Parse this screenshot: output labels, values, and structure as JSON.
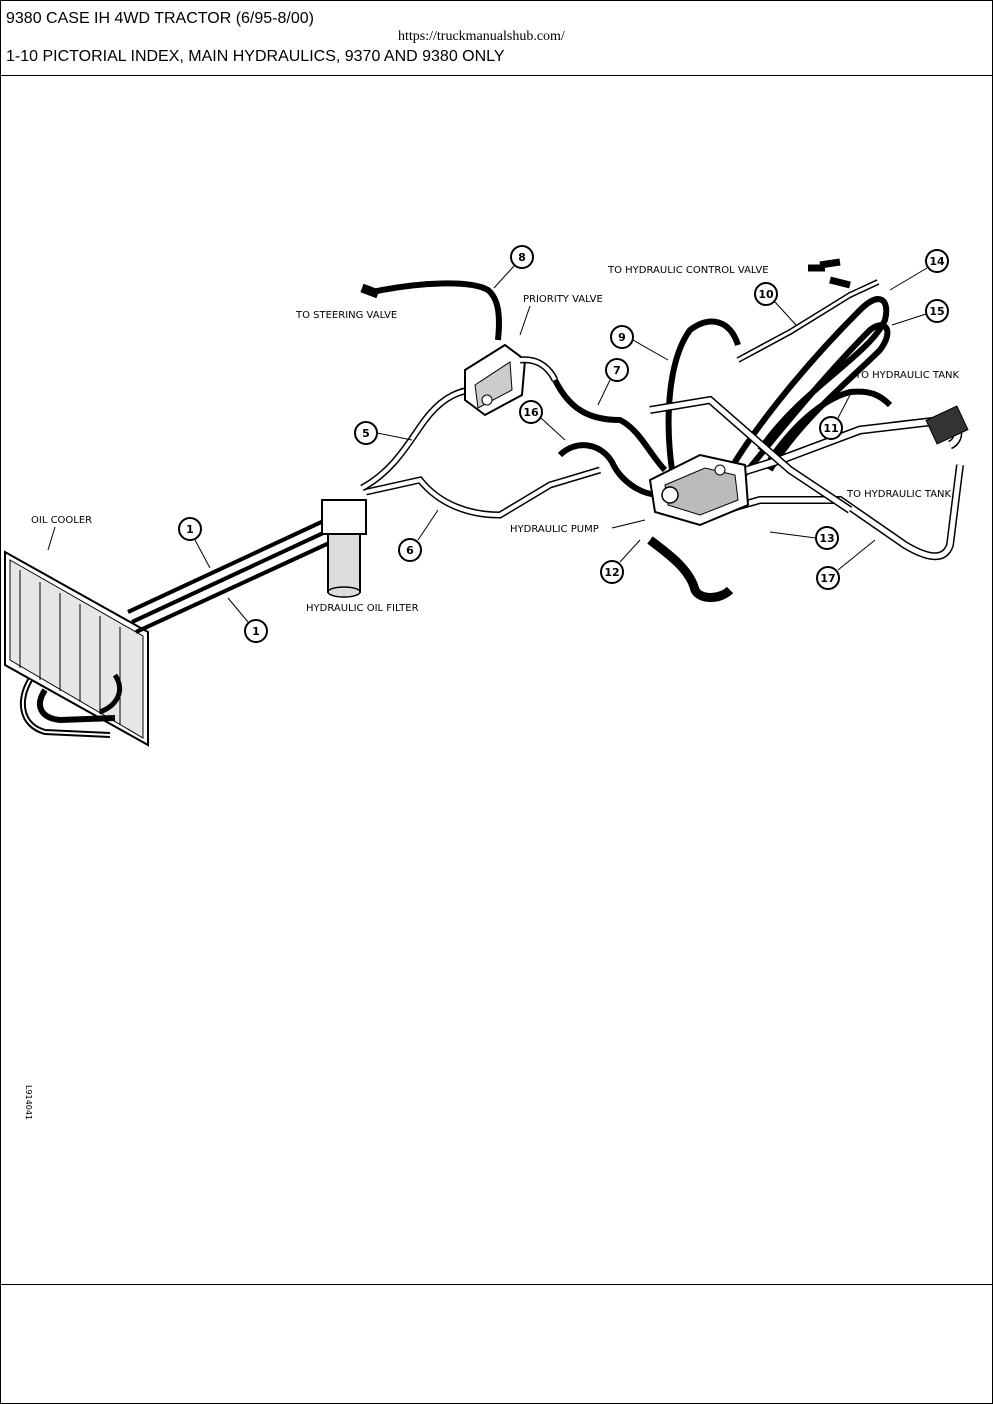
{
  "header": {
    "title": "9380 CASE IH 4WD TRACTOR (6/95-8/00)",
    "url": "https://truckmanualshub.com/",
    "section": "1-10 PICTORIAL INDEX, MAIN HYDRAULICS, 9370 AND 9380 ONLY"
  },
  "diagram": {
    "labels": {
      "oil_cooler": "OIL COOLER",
      "to_steering_valve": "TO STEERING VALVE",
      "priority_valve": "PRIORITY VALVE",
      "to_hydraulic_control_valve": "TO HYDRAULIC CONTROL VALVE",
      "to_hydraulic_tank_upper": "TO HYDRAULIC TANK",
      "to_hydraulic_tank_lower": "TO HYDRAULIC TANK",
      "hydraulic_pump": "HYDRAULIC PUMP",
      "hydraulic_oil_filter": "HYDRAULIC OIL FILTER",
      "figure_code": "L914041"
    },
    "callouts": [
      "1",
      "1",
      "5",
      "6",
      "7",
      "8",
      "9",
      "10",
      "11",
      "12",
      "13",
      "14",
      "15",
      "16",
      "17"
    ]
  }
}
